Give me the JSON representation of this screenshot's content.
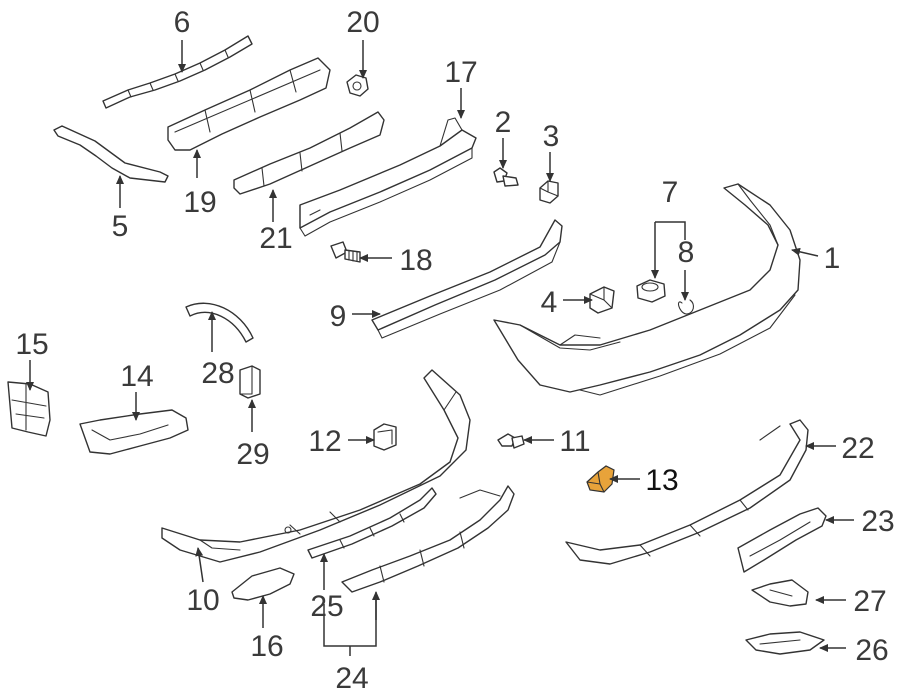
{
  "colors": {
    "line": "#333333",
    "callout_text": "#3a3a3a",
    "highlight_fill": "#e8a33a",
    "background": "#ffffff"
  },
  "callouts": [
    {
      "id": "p1",
      "text": "1"
    },
    {
      "id": "p2",
      "text": "2"
    },
    {
      "id": "p3",
      "text": "3"
    },
    {
      "id": "p4",
      "text": "4"
    },
    {
      "id": "p5",
      "text": "5"
    },
    {
      "id": "p6",
      "text": "6"
    },
    {
      "id": "p7",
      "text": "7"
    },
    {
      "id": "p8",
      "text": "8"
    },
    {
      "id": "p9",
      "text": "9"
    },
    {
      "id": "p10",
      "text": "10"
    },
    {
      "id": "p11",
      "text": "11"
    },
    {
      "id": "p12",
      "text": "12"
    },
    {
      "id": "p13",
      "text": "13",
      "highlighted": true
    },
    {
      "id": "p14",
      "text": "14"
    },
    {
      "id": "p15",
      "text": "15"
    },
    {
      "id": "p16",
      "text": "16"
    },
    {
      "id": "p17",
      "text": "17"
    },
    {
      "id": "p18",
      "text": "18"
    },
    {
      "id": "p19",
      "text": "19"
    },
    {
      "id": "p20",
      "text": "20"
    },
    {
      "id": "p21",
      "text": "21"
    },
    {
      "id": "p22",
      "text": "22"
    },
    {
      "id": "p23",
      "text": "23"
    },
    {
      "id": "p24",
      "text": "24"
    },
    {
      "id": "p25",
      "text": "25"
    },
    {
      "id": "p26",
      "text": "26"
    },
    {
      "id": "p27",
      "text": "27"
    },
    {
      "id": "p28",
      "text": "28"
    },
    {
      "id": "p29",
      "text": "29"
    }
  ]
}
